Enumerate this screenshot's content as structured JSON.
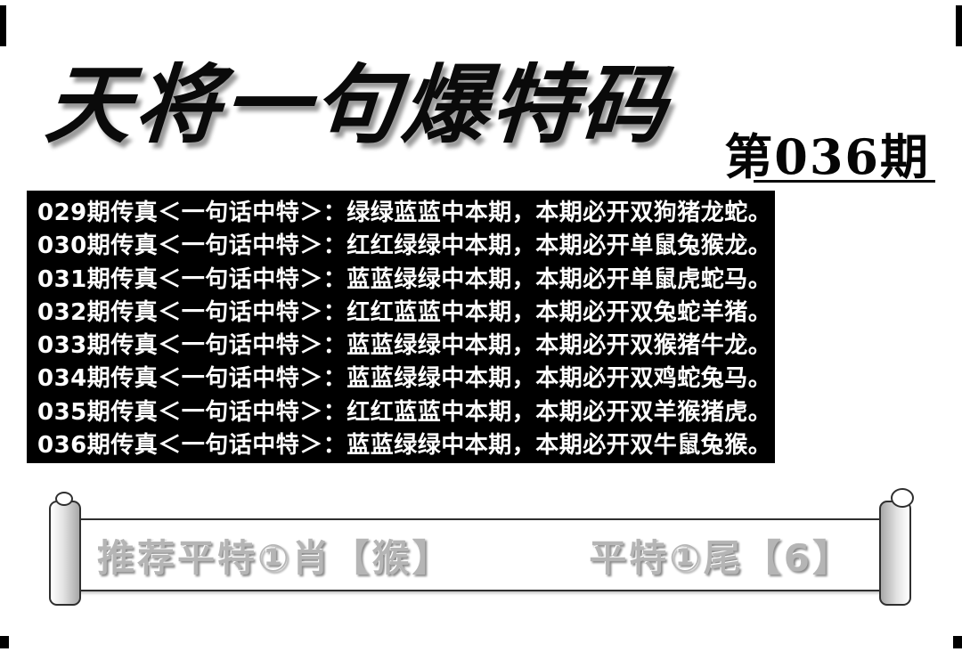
{
  "header": {
    "title": "天将一句爆特码",
    "issue": "第036期"
  },
  "panel": {
    "lines": [
      "029期传真＜一句话中特＞：绿绿蓝蓝中本期，本期必开双狗猪龙蛇。",
      "030期传真＜一句话中特＞：红红绿绿中本期，本期必开单鼠兔猴龙。",
      "031期传真＜一句话中特＞：蓝蓝绿绿中本期，本期必开单鼠虎蛇马。",
      "032期传真＜一句话中特＞：红红蓝蓝中本期，本期必开双兔蛇羊猪。",
      "033期传真＜一句话中特＞：蓝蓝绿绿中本期，本期必开双猴猪牛龙。",
      "034期传真＜一句话中特＞：蓝蓝绿绿中本期，本期必开双鸡蛇兔马。",
      "035期传真＜一句话中特＞：红红蓝蓝中本期，本期必开双羊猴猪虎。",
      "036期传真＜一句话中特＞：蓝蓝绿绿中本期，本期必开双牛鼠兔猴。"
    ]
  },
  "banner": {
    "left_text": "推荐平特①肖【猴】",
    "right_text": "平特①尾【6】"
  },
  "colors": {
    "panel_bg": "#000000",
    "panel_text": "#ffffff",
    "title_color": "#0a0a0a",
    "banner_text": "#b5b5b5",
    "frame_color": "#000000"
  }
}
